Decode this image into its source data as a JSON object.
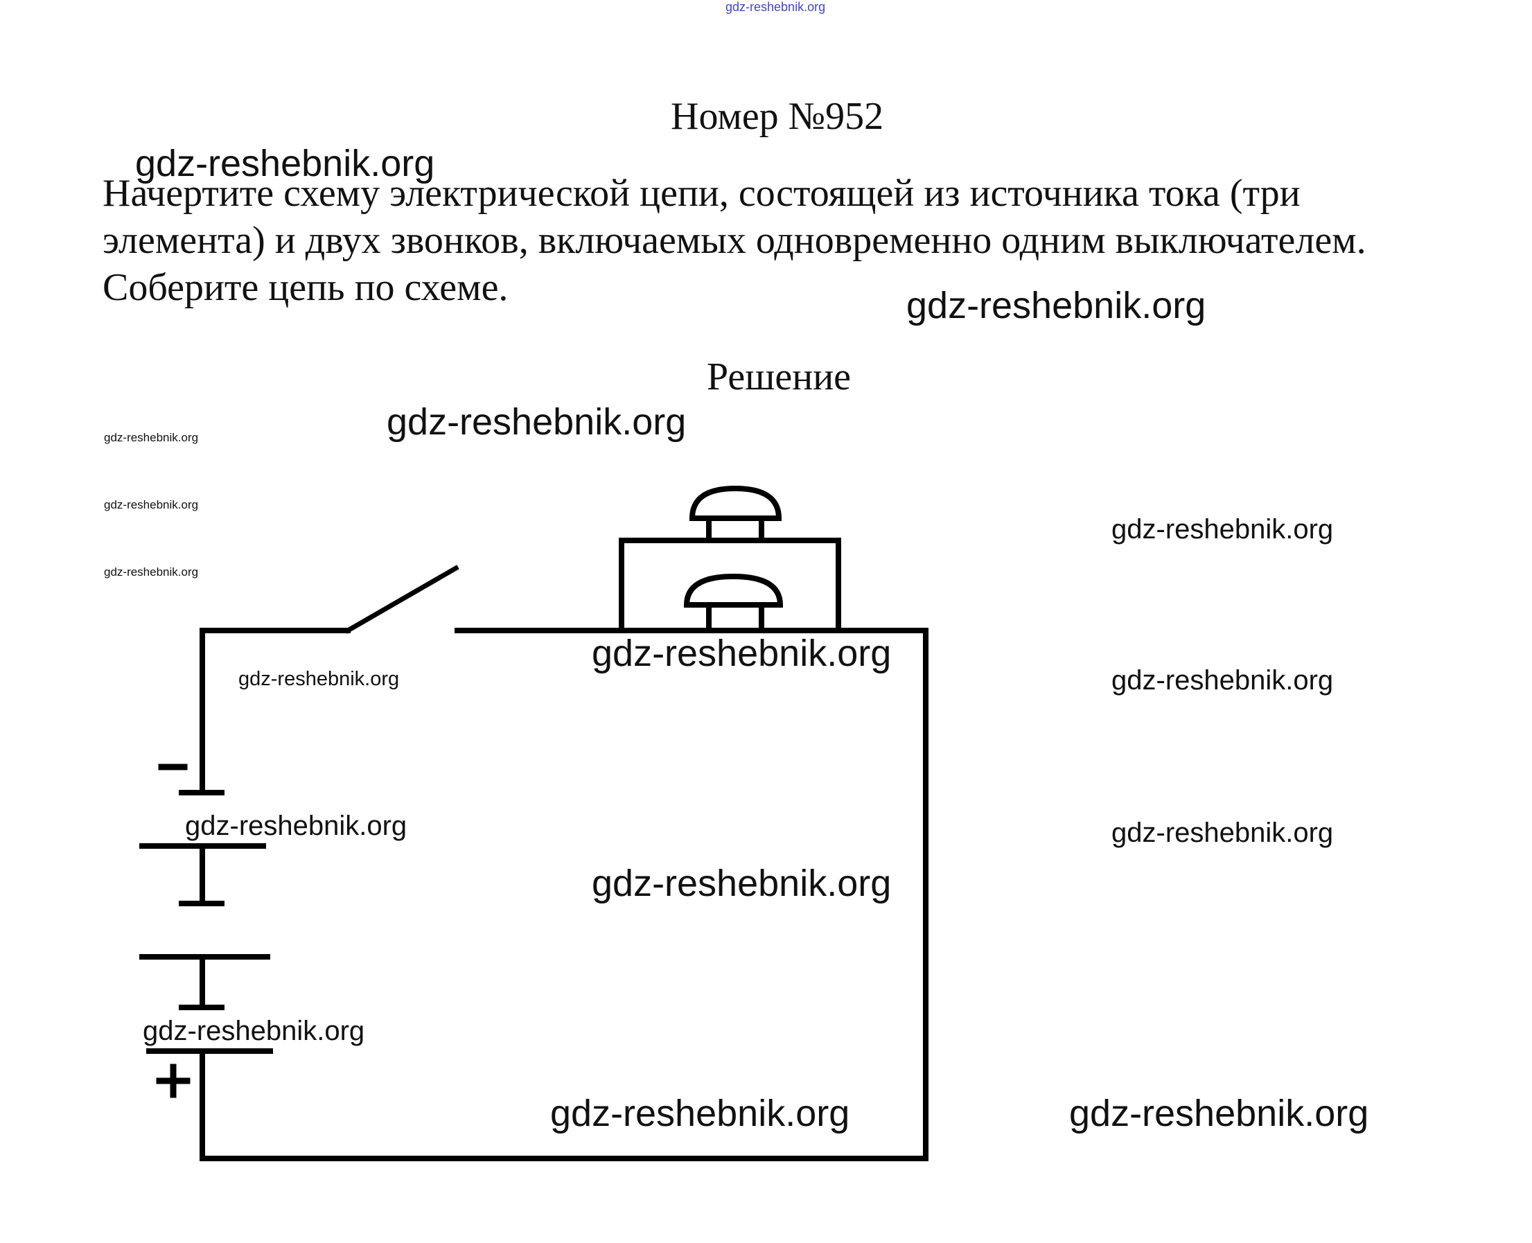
{
  "header": {
    "top_watermark": "gdz-reshebnik.org"
  },
  "document": {
    "title": "Номер №952",
    "task_text": "Начертите схему электрической цепи, состоящей из источника тока (три элемента) и двух звонков, включаемых одновременно одним выключателем. Соберите цепь по схеме.",
    "solution_heading": "Решение"
  },
  "diagram": {
    "components": [
      "switch",
      "bell",
      "bell",
      "battery-cell",
      "battery-cell",
      "battery-cell"
    ],
    "minus_label": "−",
    "plus_label": "+"
  },
  "watermarks": [
    "gdz-reshebnik.org",
    "gdz-reshebnik.org",
    "gdz-reshebnik.org",
    "gdz-reshebnik.org",
    "gdz-reshebnik.org",
    "gdz-reshebnik.org",
    "gdz-reshebnik.org",
    "gdz-reshebnik.org",
    "gdz-reshebnik.org",
    "gdz-reshebnik.org",
    "gdz-reshebnik.org",
    "gdz-reshebnik.org",
    "gdz-reshebnik.org",
    "gdz-reshebnik.org",
    "gdz-reshebnik.org",
    "gdz-reshebnik.org"
  ]
}
